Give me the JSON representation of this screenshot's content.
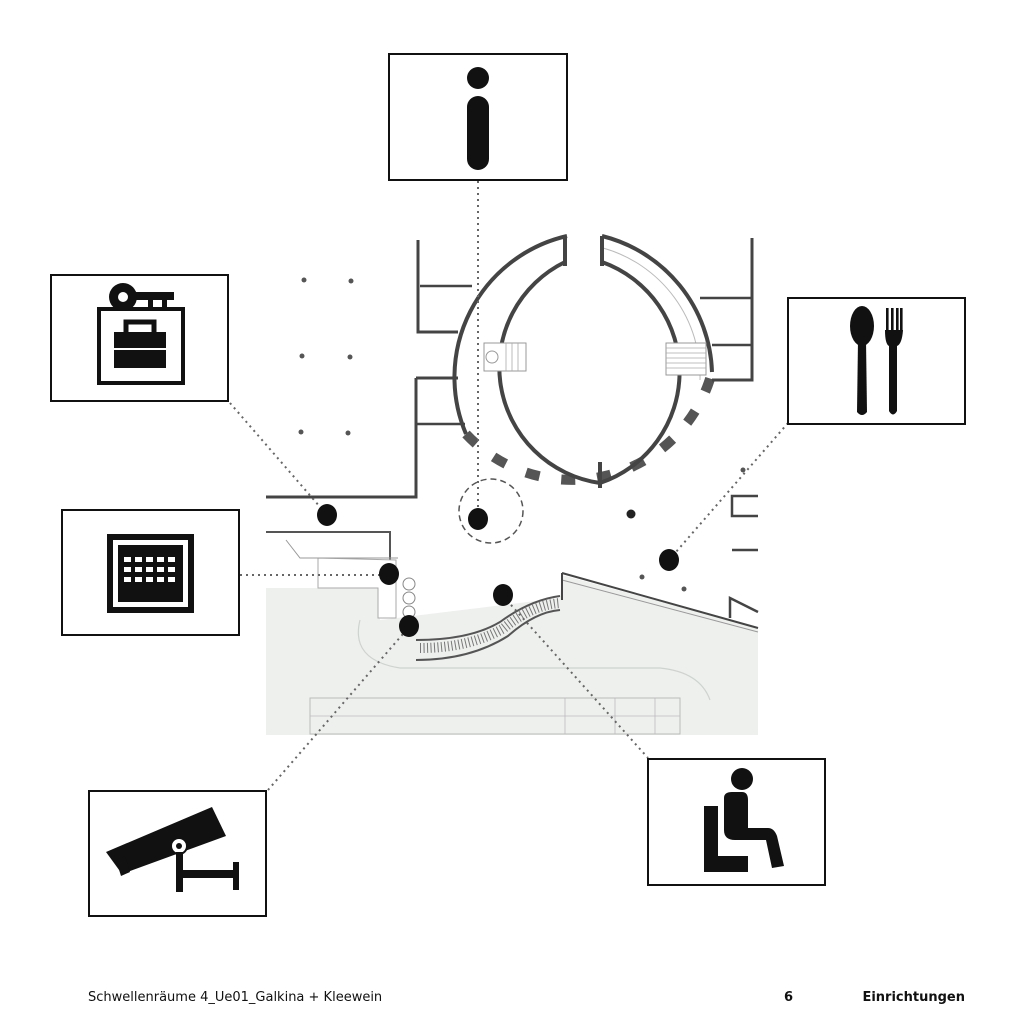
{
  "footer": {
    "document_title": "Schwellenräume 4_Ue01_Galkina + Kleewein",
    "page_number": "6",
    "section_title": "Einrichtungen"
  },
  "icons": [
    "information-icon",
    "cutlery-icon",
    "luggage-storage-icon",
    "ticket-machine-icon",
    "security-camera-icon",
    "seating-icon"
  ]
}
